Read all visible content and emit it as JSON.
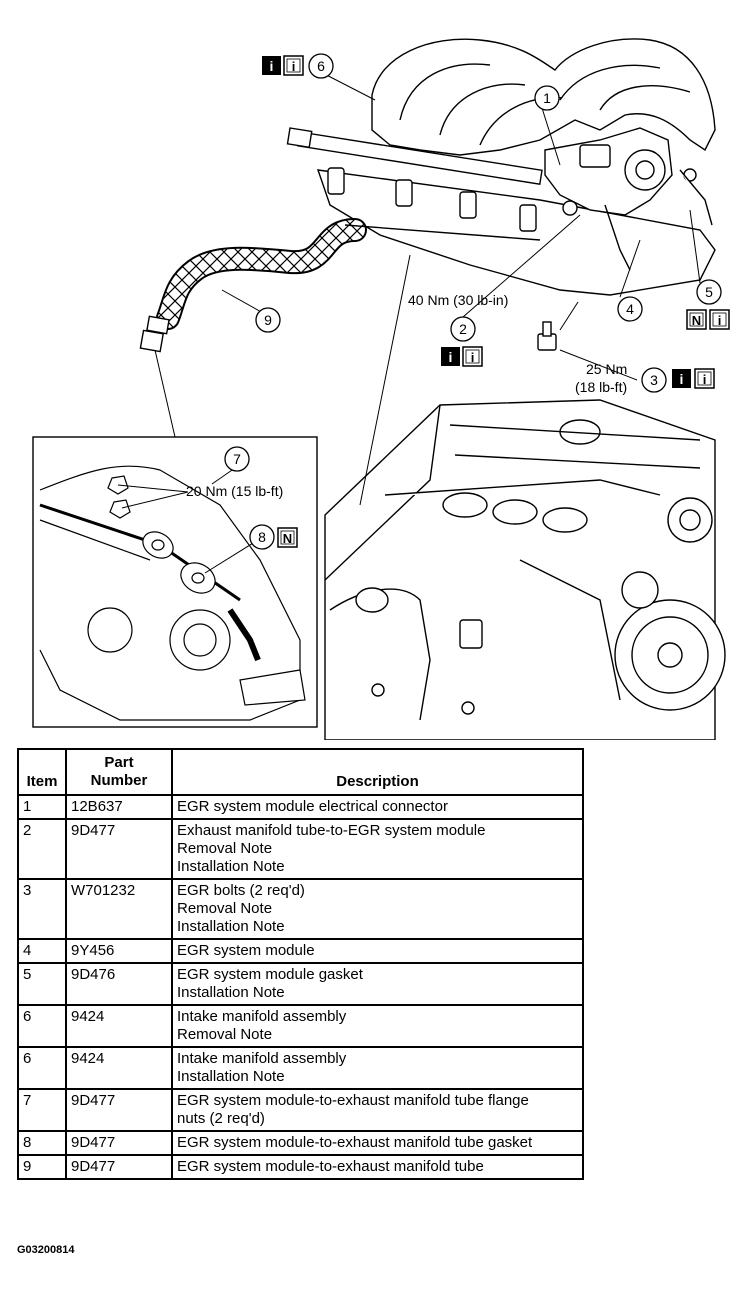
{
  "diagram": {
    "callouts": [
      "1",
      "2",
      "3",
      "4",
      "5",
      "6",
      "7",
      "8",
      "9"
    ],
    "torques": {
      "t2": "40 Nm (30 lb-in)",
      "t3_line1": "25 Nm",
      "t3_line2": "(18 lb-ft)",
      "t7": "20 Nm (15 lb-ft)"
    },
    "icon_letters": {
      "info": "i",
      "new": "N"
    }
  },
  "table": {
    "headers": {
      "item": "Item",
      "part_line1": "Part",
      "part_line2": "Number",
      "description": "Description"
    },
    "rows": [
      {
        "item": "1",
        "part": "12B637",
        "desc": [
          "EGR system module electrical connector"
        ]
      },
      {
        "item": "2",
        "part": "9D477",
        "desc": [
          "Exhaust manifold tube-to-EGR system module",
          "Removal Note",
          "Installation Note"
        ]
      },
      {
        "item": "3",
        "part": "W701232",
        "desc": [
          "EGR bolts (2 req'd)",
          "Removal Note",
          "Installation Note"
        ]
      },
      {
        "item": "4",
        "part": "9Y456",
        "desc": [
          "EGR system module"
        ]
      },
      {
        "item": "5",
        "part": "9D476",
        "desc": [
          "EGR system module gasket",
          "Installation Note"
        ]
      },
      {
        "item": "6",
        "part": "9424",
        "desc": [
          "Intake manifold assembly",
          "Removal Note"
        ]
      },
      {
        "item": "6",
        "part": "9424",
        "desc": [
          "Intake manifold assembly",
          "Installation Note"
        ]
      },
      {
        "item": "7",
        "part": "9D477",
        "desc": [
          "EGR system module-to-exhaust manifold tube flange",
          "nuts (2 req'd)"
        ]
      },
      {
        "item": "8",
        "part": "9D477",
        "desc": [
          "EGR system module-to-exhaust manifold tube gasket"
        ]
      },
      {
        "item": "9",
        "part": "9D477",
        "desc": [
          "EGR system module-to-exhaust manifold tube"
        ]
      }
    ]
  },
  "figure_id": "G03200814"
}
